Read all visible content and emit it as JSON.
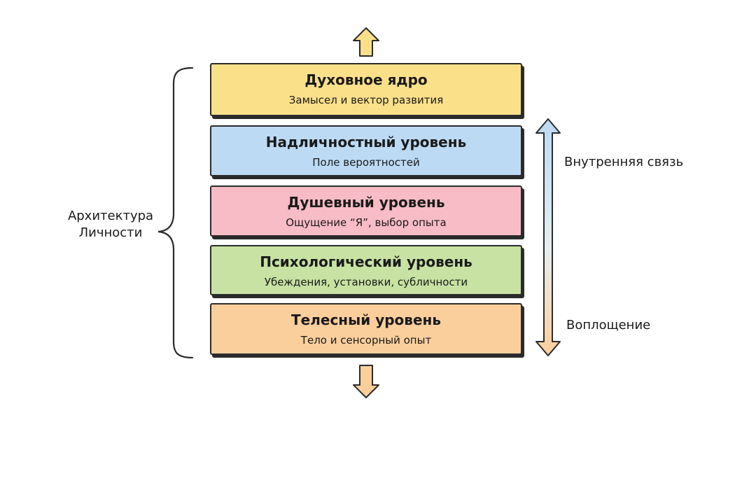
{
  "architecture_label": [
    "Архитектура",
    "Личности"
  ],
  "layers": [
    {
      "title": "Духовное ядро",
      "subtitle": "Замысел и вектор развития",
      "color": "#fbe08a"
    },
    {
      "title": "Надличностный уровень",
      "subtitle": "Поле вероятностей",
      "color": "#bcdaf4"
    },
    {
      "title": "Душевный уровень",
      "subtitle": "Ощущение “Я”, выбор опыта",
      "color": "#f8bcc6"
    },
    {
      "title": "Психологический уровень",
      "subtitle": "Убеждения, установки, субличности",
      "color": "#c7e2a2"
    },
    {
      "title": "Телесный уровень",
      "subtitle": "Тело и сенсорный опыт",
      "color": "#fbcf9c"
    }
  ],
  "right_labels": {
    "top": "Внутренняя связь",
    "bottom": "Воплощение"
  },
  "colors": {
    "arrow_fill": "#fbe08a",
    "arrow_down_fill": "#fbcf9c",
    "double_arrow_top": "#bcdaf4",
    "double_arrow_bottom": "#fbcf9c",
    "stroke": "#2b2b2b"
  },
  "icons": [
    "arrow-up-icon",
    "arrow-down-icon",
    "double-arrow-icon",
    "curly-brace-icon"
  ]
}
